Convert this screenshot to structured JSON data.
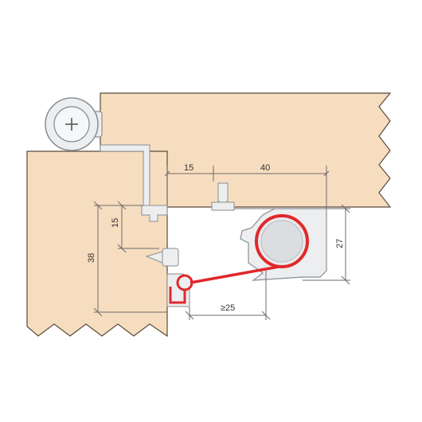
{
  "colors": {
    "wood": "#f7ddbf",
    "wood_edge": "#5a4a3c",
    "profile": "#eceef0",
    "profile_edge": "#8a8d90",
    "seal_red": "#e0282b",
    "dimension": "#6b6b6b"
  },
  "icons": {
    "hinge": "screw-head-icon"
  },
  "dimensions": {
    "top_gap": "15",
    "top_width": "40",
    "side_height_small": "15",
    "side_height_total": "38",
    "right_height": "27",
    "bottom_width": "≥25"
  }
}
